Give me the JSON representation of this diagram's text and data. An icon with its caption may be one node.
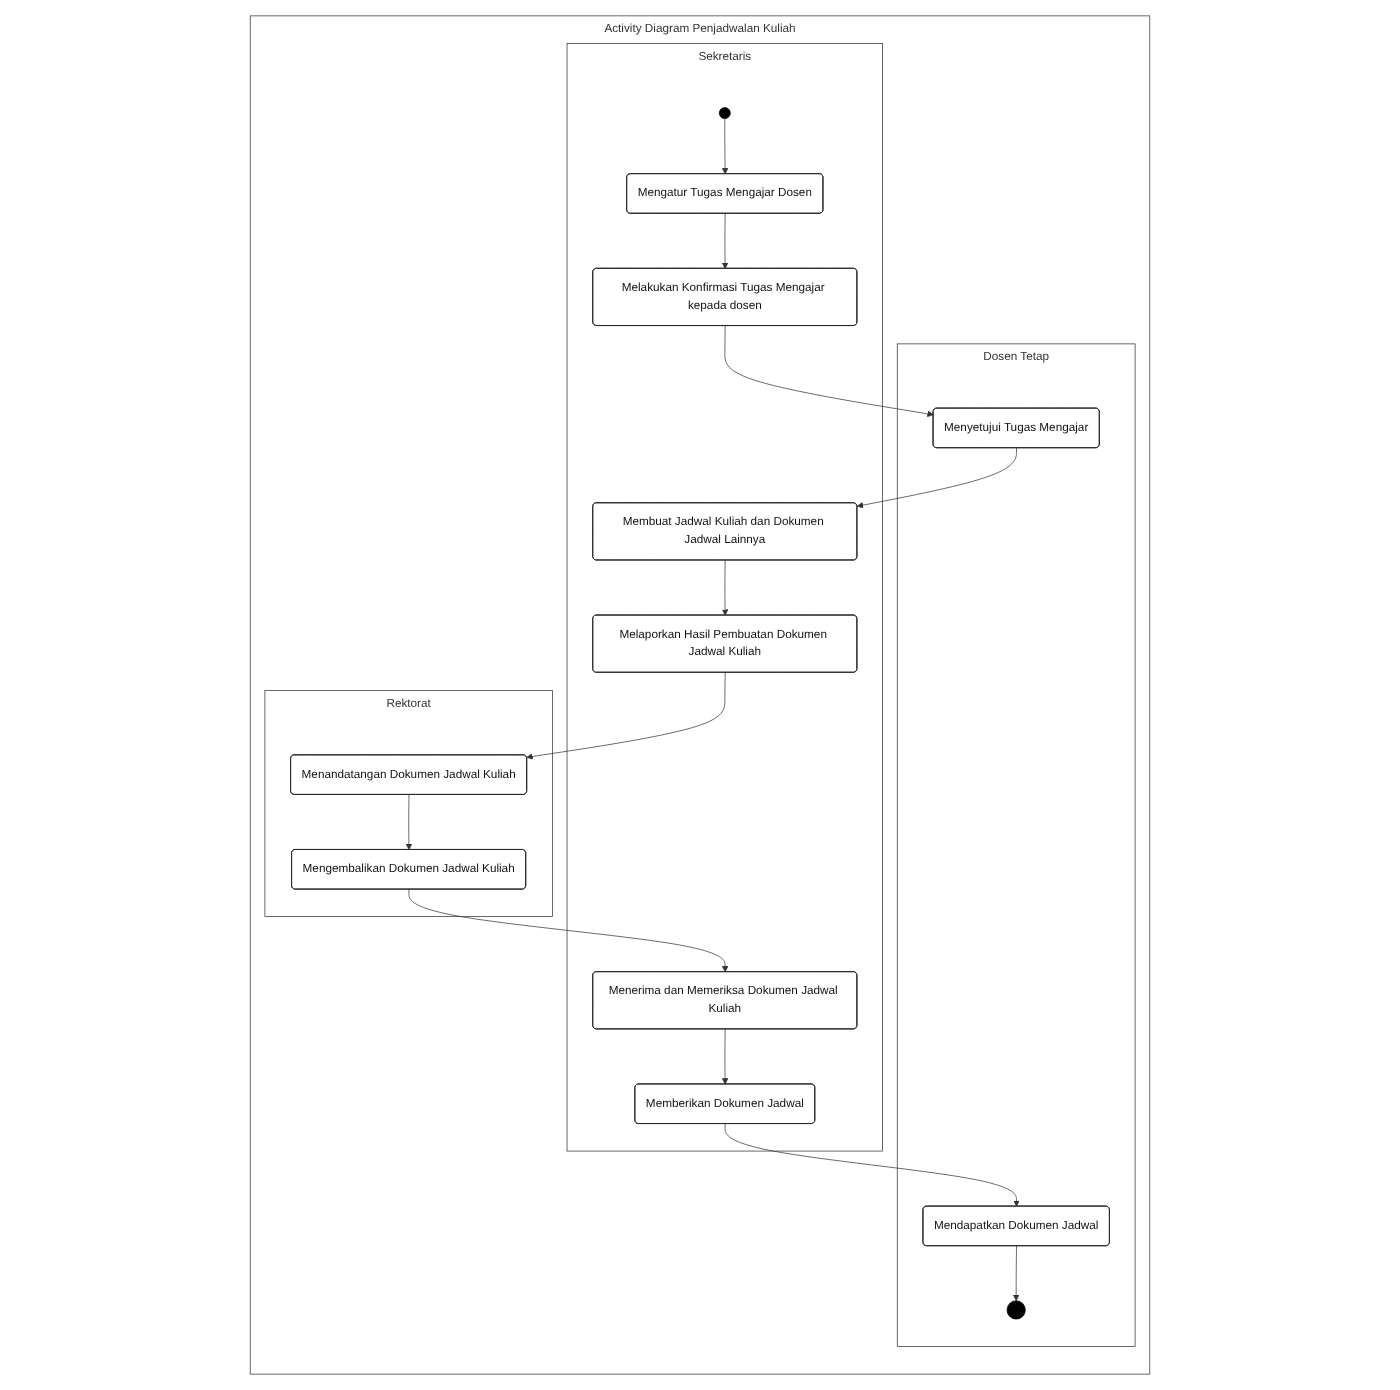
{
  "diagram": {
    "nodes": [
      {
        "text": [
          "Activity Diagram Penjadwalan Kuliah"
        ]
      },
      {
        "text": [
          "Dosen Tetap"
        ],
        "in": 0
      },
      {
        "text": [
          "Sekretaris"
        ],
        "in": 0
      },
      {
        "text": [
          "Rektorat"
        ],
        "in": 0
      },
      {
        "text": [],
        "shape": "circle",
        "in": 2
      },
      {
        "text": [
          "Mengatur Tugas Mengajar Dosen"
        ],
        "in": 2
      },
      {
        "text": [
          "Melakukan Konfirmasi Tugas Mengajar kepada dosen"
        ],
        "in": 2
      },
      {
        "text": [
          "Menyetujui Tugas Mengajar"
        ],
        "in": 1
      },
      {
        "text": [
          "Membuat Jadwal Kuliah dan Dokumen Jadwal Lainnya"
        ],
        "in": 2
      },
      {
        "text": [
          "Melaporkan Hasil Pembuatan Dokumen Jadwal Kuliah"
        ],
        "in": 2
      },
      {
        "text": [
          "Menandatangan Dokumen Jadwal Kuliah"
        ],
        "in": 3
      },
      {
        "text": [
          "Mengembalikan Dokumen Jadwal Kuliah"
        ],
        "in": 3
      },
      {
        "text": [
          "Menerima dan Memeriksa Dokumen Jadwal Kuliah"
        ],
        "in": 2
      },
      {
        "text": [
          "Memberikan Dokumen Jadwal"
        ],
        "in": 2
      },
      {
        "text": [
          "Mendapatkan Dokumen Jadwal"
        ],
        "in": 1
      },
      {
        "text": [],
        "shape": "circle",
        "in": 1
      }
    ],
    "edges": [
      {
        "from": 4,
        "to": 5,
        "arrow": "to"
      },
      {
        "from": 5,
        "to": 6,
        "arrow": "to"
      },
      {
        "from": 6,
        "to": 7,
        "arrow": "to"
      },
      {
        "from": 7,
        "to": 8,
        "arrow": "to"
      },
      {
        "from": 8,
        "to": 9,
        "arrow": "to"
      },
      {
        "from": 9,
        "to": 10,
        "arrow": "to"
      },
      {
        "from": 10,
        "to": 11,
        "arrow": "to"
      },
      {
        "from": 11,
        "to": 12,
        "arrow": "to"
      },
      {
        "from": 12,
        "to": 13,
        "arrow": "to"
      },
      {
        "from": 13,
        "to": 14,
        "arrow": "to"
      },
      {
        "from": 14,
        "to": 15,
        "arrow": "to"
      }
    ]
  }
}
